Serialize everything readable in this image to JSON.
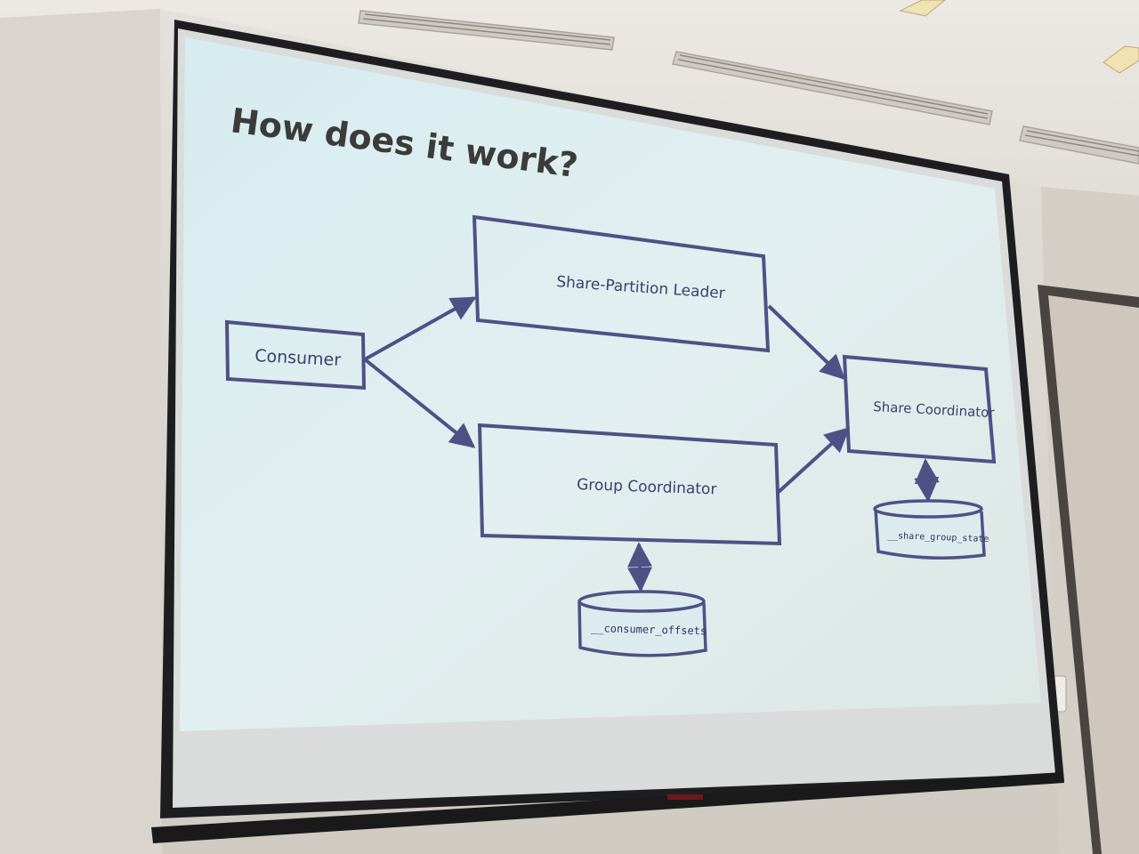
{
  "slide": {
    "title": "How does it work?"
  },
  "diagram": {
    "nodes": {
      "consumer": "Consumer",
      "share_partition_leader": "Share-Partition Leader",
      "group_coordinator": "Group Coordinator",
      "share_coordinator": "Share Coordinator"
    },
    "stores": {
      "consumer_offsets": "__consumer_offsets",
      "share_group_state": "__share_group_state"
    }
  },
  "colors": {
    "slide_background": "#dceced",
    "diagram_stroke": "#4e5185",
    "title_text": "#3b3b3b"
  }
}
